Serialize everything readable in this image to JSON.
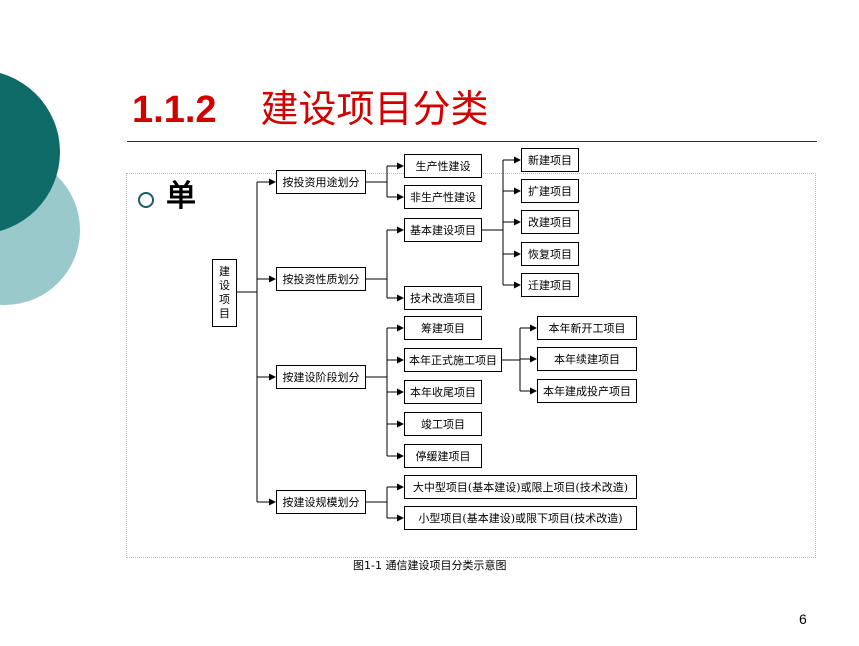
{
  "slide": {
    "title_number": "1.1.2",
    "title_text": "建设项目分类",
    "bullet_text": "单",
    "page_number": "6"
  },
  "diagram": {
    "caption": "图1-1 通信建设项目分类示意图",
    "root": [
      "建",
      "设",
      "项",
      "目"
    ],
    "categories": [
      "按投资用途划分",
      "按投资性质划分",
      "按建设阶段划分",
      "按建设规模划分"
    ],
    "use_items": [
      "生产性建设",
      "非生产性建设"
    ],
    "nature_items": [
      "基本建设项目",
      "技术改造项目"
    ],
    "basic_items": [
      "新建项目",
      "扩建项目",
      "改建项目",
      "恢复项目",
      "迁建项目"
    ],
    "stage_items": [
      "筹建项目",
      "本年正式施工项目",
      "本年收尾项目",
      "竣工项目",
      "停缓建项目"
    ],
    "construction_items": [
      "本年新开工项目",
      "本年续建项目",
      "本年建成投产项目"
    ],
    "scale_items": [
      "大中型项目(基本建设)或限上项目(技术改造)",
      "小型项目(基本建设)或限下项目(技术改造)"
    ]
  },
  "colors": {
    "title": "#d40000",
    "circle_dark": "#0e6b68",
    "circle_light": "#99c9ca",
    "bullet": "#1c5a68"
  }
}
